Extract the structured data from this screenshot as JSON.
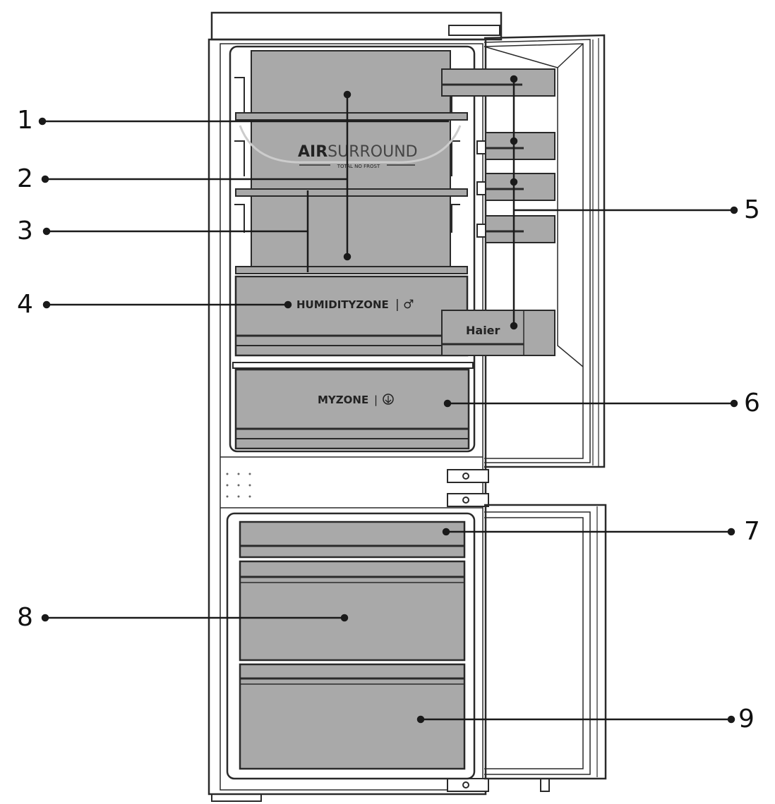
{
  "branding": {
    "airsurround_bold": "AIR",
    "airsurround_light": "SURROUND",
    "airsurround_sub": "TOTAL NO FROST",
    "humidityzone": "HUMIDITYZONE",
    "myzone_prefix": "MYZON",
    "myzone_bold": "E",
    "haier": "Haier"
  },
  "callouts": [
    {
      "number": "1"
    },
    {
      "number": "2"
    },
    {
      "number": "3"
    },
    {
      "number": "4"
    },
    {
      "number": "5"
    },
    {
      "number": "6"
    },
    {
      "number": "7"
    },
    {
      "number": "8"
    },
    {
      "number": "9"
    }
  ],
  "colors": {
    "line": "#1a1a1a",
    "fill": "#a9a9a9",
    "outline": "#2a2a2a",
    "background": "#ffffff"
  }
}
